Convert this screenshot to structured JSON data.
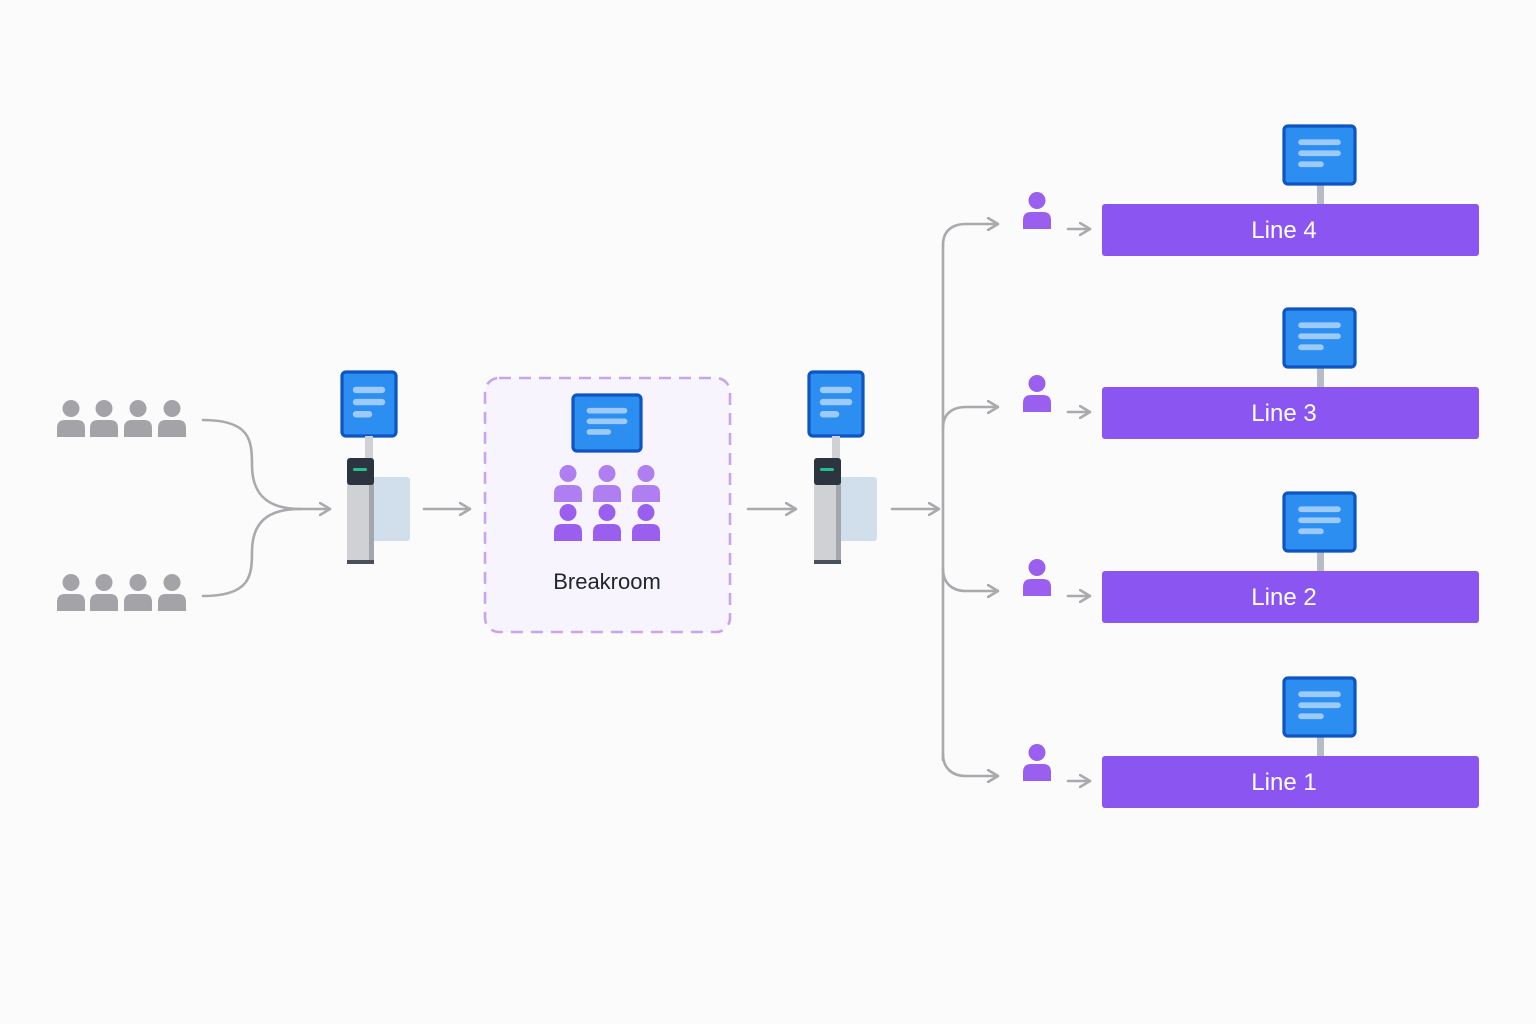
{
  "colors": {
    "background": "#fbfbfc",
    "connector": "#a9a9ae",
    "person_gray": "#a4a4a8",
    "person_purple": "#9b5ff0",
    "line_bar": "#8b55f2",
    "screen_fill": "#2d8ef2",
    "screen_border": "#0e55c2",
    "screen_text_lines": "#a9d2fb",
    "breakroom_border": "#c8a6ee",
    "breakroom_fill": "#f7f4fd",
    "turnstile_body": "#cfd1d5",
    "turnstile_head": "#2c3440",
    "turnstile_indicator": "#23c08e",
    "turnstile_glass": "#c9d9ea"
  },
  "icons": {
    "person": "person-icon",
    "screen": "display-screen-icon",
    "turnstile": "turnstile-gate-icon",
    "arrow": "arrow-right-icon"
  },
  "groups": {
    "top_crowd_count": 4,
    "bottom_crowd_count": 4,
    "breakroom_people_count": 6
  },
  "breakroom": {
    "label": "Breakroom"
  },
  "lines": [
    {
      "label": "Line 4",
      "queue_people": 1
    },
    {
      "label": "Line 3",
      "queue_people": 1
    },
    {
      "label": "Line 2",
      "queue_people": 1
    },
    {
      "label": "Line 1",
      "queue_people": 1
    }
  ]
}
